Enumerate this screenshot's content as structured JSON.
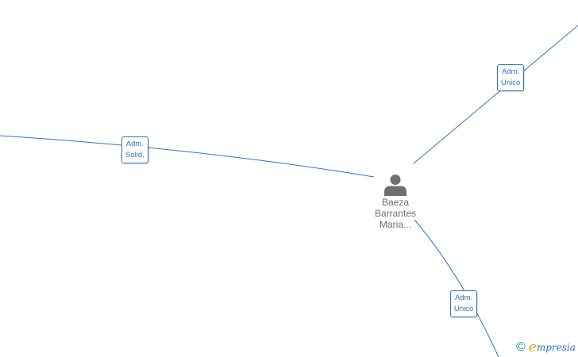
{
  "person": {
    "name_lines": [
      "Baeza",
      "Barrantes",
      "Maria..."
    ],
    "icon": "person-icon"
  },
  "edges": [
    {
      "label_lines": [
        "Adm.",
        "Solid."
      ]
    },
    {
      "label_lines": [
        "Adm.",
        "Unico"
      ]
    },
    {
      "label_lines": [
        "Adm.",
        "Unico"
      ]
    }
  ],
  "brand": {
    "symbol": "©",
    "initial": "e",
    "rest": "mpresia"
  },
  "colors": {
    "edge": "#2f74c8",
    "person": "#6f6f6f",
    "brand_accent": "#f39a22"
  }
}
